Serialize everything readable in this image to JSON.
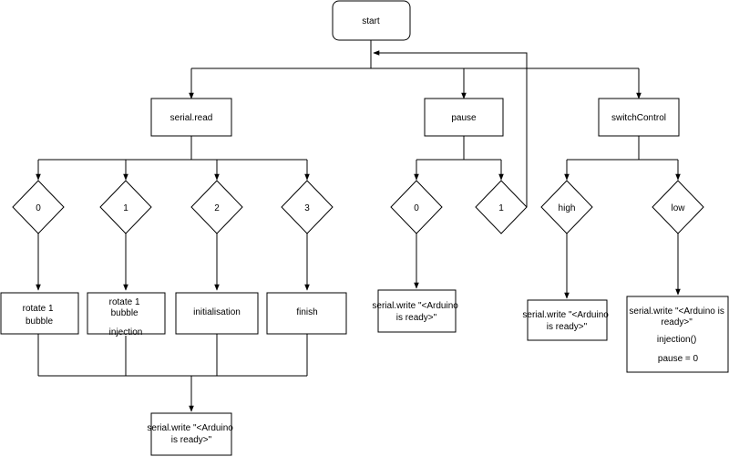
{
  "diagram": {
    "nodes": {
      "start": "start",
      "serial_read": "serial.read",
      "pause": "pause",
      "switch_control": "switchControl",
      "case_0": "0",
      "case_1": "1",
      "case_2": "2",
      "case_3": "3",
      "pause_0": "0",
      "pause_1": "1",
      "high": "high",
      "low": "low",
      "rotate_bubble": [
        "rotate 1",
        "bubble"
      ],
      "rotate_bubble_injection": [
        "rotate 1",
        "bubble",
        "injection"
      ],
      "initialisation": "initialisation",
      "finish": "finish",
      "serial_write_bottom": [
        "serial.write \"<Arduino",
        "is ready>\""
      ],
      "serial_write_pause": [
        "serial.write \"<Arduino",
        "is ready>\""
      ],
      "serial_write_high": [
        "serial.write \"<Arduino",
        "is ready>\""
      ],
      "serial_write_low": [
        "serial.write \"<Arduino is",
        "ready>\"",
        "injection()",
        "pause = 0"
      ]
    }
  }
}
